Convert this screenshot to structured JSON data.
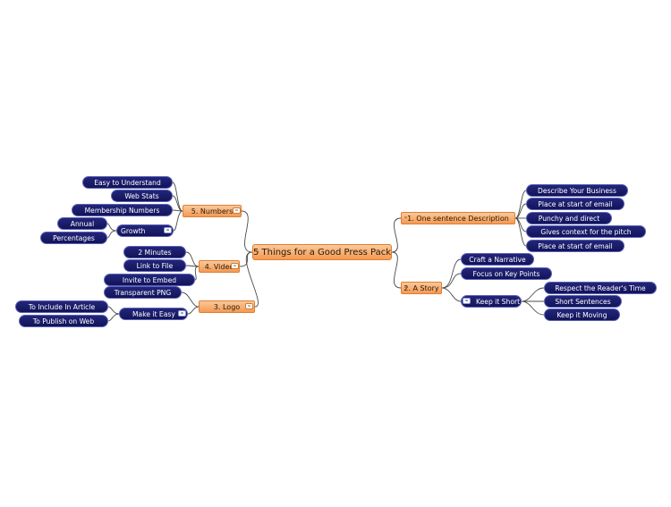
{
  "central": {
    "label": "5 Things for a Good Press Pack"
  },
  "toggle_glyph": "–",
  "branches": {
    "numbers": {
      "label": "5. Numbers",
      "children": [
        "Easy to Understand",
        "Web Stats",
        "Membership Numbers"
      ],
      "growth": {
        "label": "Growth",
        "children": [
          "Annual",
          "Percentages"
        ]
      }
    },
    "video": {
      "label": "4. Video",
      "children": [
        "2 Minutes",
        "Link to File",
        "Invite to Embed"
      ]
    },
    "logo": {
      "label": "3. Logo",
      "children": [
        "Transparent PNG"
      ],
      "make_easy": {
        "label": "Make it Easy",
        "children": [
          "To Include In Article",
          "To Publish on Web"
        ]
      }
    },
    "description": {
      "label": "1. One sentence Description",
      "children": [
        "Describe Your Business",
        "Place at start of email",
        "Punchy and direct",
        "Gives context for the pitch",
        "Place at start of email"
      ]
    },
    "story": {
      "label": "2. A Story",
      "children": [
        "Craft a Narrative",
        "Focus on Key Points"
      ],
      "keep_short": {
        "label": "Keep it Short",
        "children": [
          "Respect the Reader's Time",
          "Short Sentences",
          "Keep it Moving"
        ]
      }
    }
  }
}
